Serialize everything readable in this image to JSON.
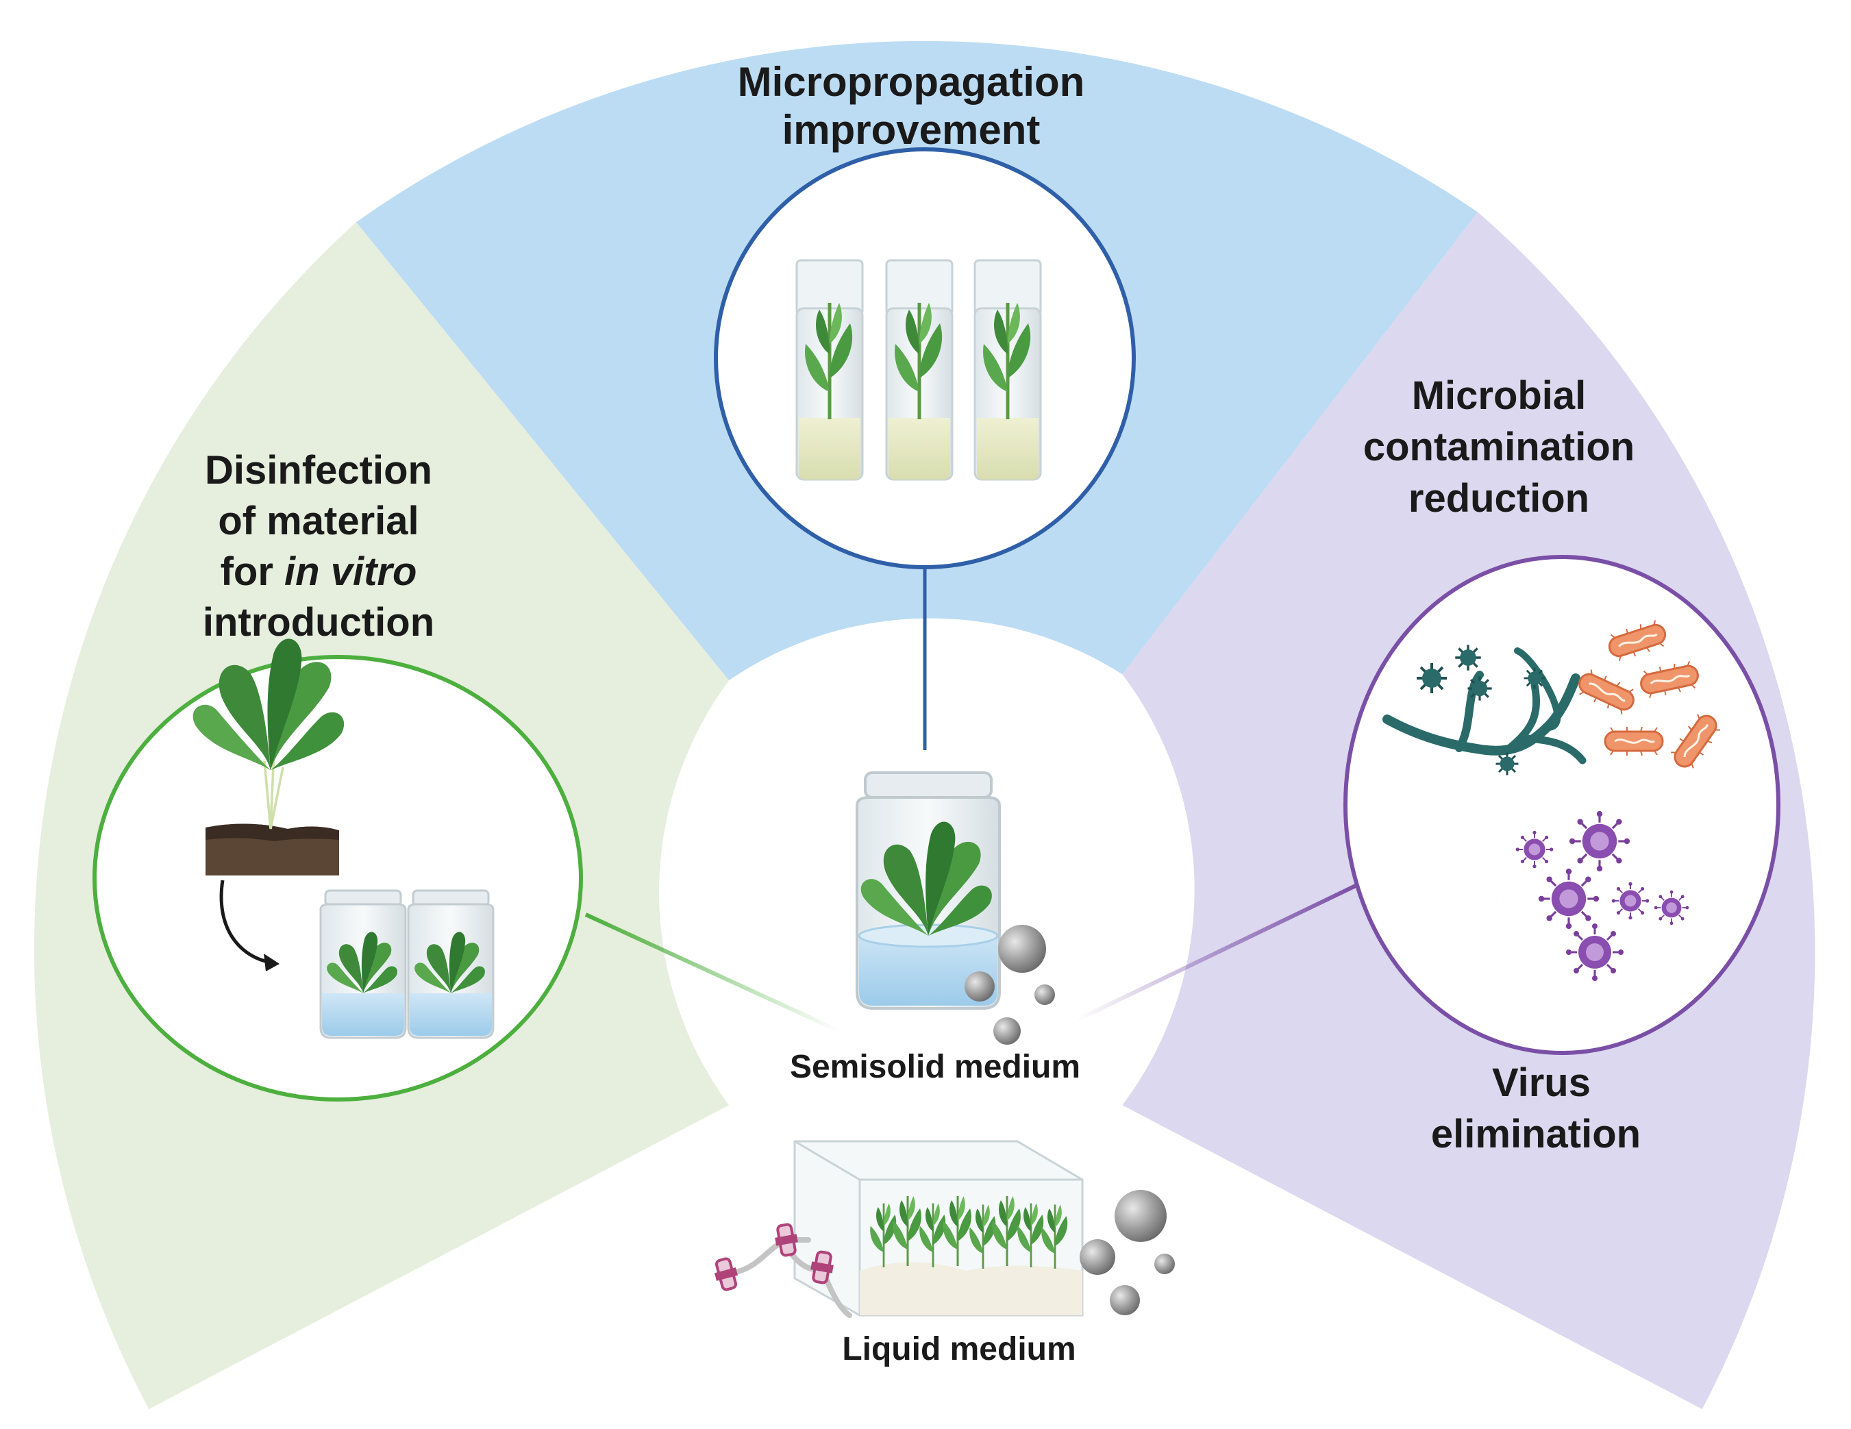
{
  "sectors": {
    "disinfection": {
      "title_lines": [
        "Disinfection",
        "of material"
      ],
      "line3_prefix": "for ",
      "line3_italic": "in vitro",
      "line4": "introduction",
      "color": "#e6eedd",
      "ring_color": "#4caf3e"
    },
    "micropropagation": {
      "title_lines": [
        "Micropropagation",
        "improvement"
      ],
      "color": "#bcdcf3",
      "ring_color": "#2f5fa8"
    },
    "microbial": {
      "title_lines": [
        "Microbial",
        "contamination",
        "reduction"
      ],
      "color": "#dcd8ef",
      "ring_color": "#7a4fa6"
    },
    "virus": {
      "title_lines": [
        "Virus",
        "elimination"
      ]
    }
  },
  "center": {
    "semisolid_label": "Semisolid medium",
    "liquid_label": "Liquid medium"
  },
  "icons": [
    "spinach-plant-icon",
    "soil-icon",
    "jar-icon",
    "test-tube-icon",
    "fungus-icon",
    "bacteria-icon",
    "virus-icon",
    "nanoparticle-icon",
    "bioreactor-icon",
    "filter-icon"
  ]
}
